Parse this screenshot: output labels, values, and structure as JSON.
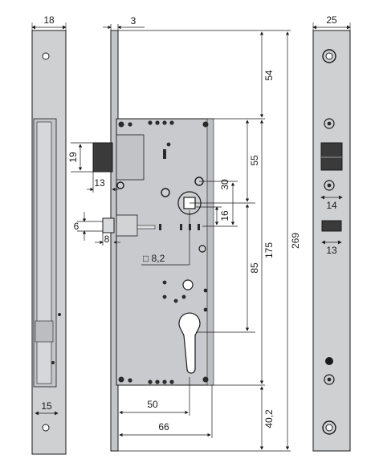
{
  "colors": {
    "plate": "#cfd0d2",
    "plate_dark": "#b9babd",
    "case": "#c9cacd",
    "line": "#1a1a1a",
    "hole": "#2a2a2a",
    "background": "#ffffff"
  },
  "dimensions": {
    "left_plate_width": "18",
    "faceplate_thickness": "3",
    "right_plate_width": "25",
    "top_offset": "54",
    "latch_height": "19",
    "latch_projection": "13",
    "latch_to_spindle": "55",
    "spindle_to_ref": "30",
    "small_offset": "16",
    "deadbolt_height": "6",
    "deadbolt_projection": "8",
    "spindle_square": "□ 8,2",
    "backset_to_cylinder": "85",
    "spindle_to_bottom": "175",
    "total_height": "269",
    "bottom_offset": "40,2",
    "backset": "50",
    "case_depth": "66",
    "left_plate_bottom_width": "15",
    "latch_slot_width": "14",
    "bolt_slot_width": "13"
  }
}
